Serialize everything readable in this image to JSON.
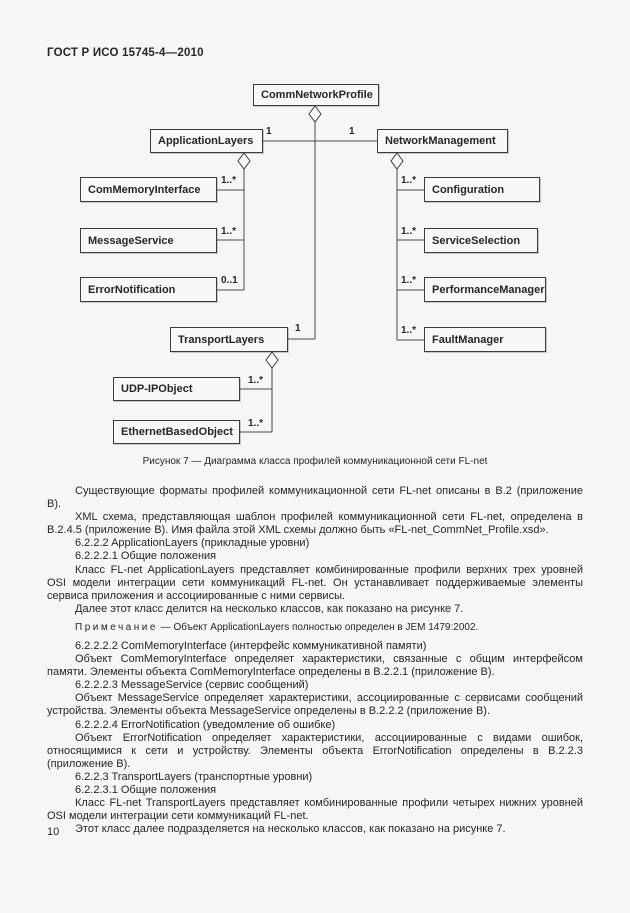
{
  "page": {
    "header": "ГОСТ Р ИСО 15745-4—2010",
    "page_number": "10",
    "background_color": "#f6f6f6",
    "text_color": "#262626",
    "line_color": "#4a4a4a"
  },
  "diagram": {
    "caption": "Рисунок 7 — Диаграмма класса профилей коммуникационной сети FL-net",
    "classes": {
      "comm_network_profile": "CommNetworkProfile",
      "application_layers": "ApplicationLayers",
      "network_management": "NetworkManagement",
      "com_memory_interface": "ComMemoryInterface",
      "message_service": "MessageService",
      "error_notification": "ErrorNotification",
      "configuration": "Configuration",
      "service_selection": "ServiceSelection",
      "performance_manager": "PerformanceManager",
      "fault_manager": "FaultManager",
      "transport_layers": "TransportLayers",
      "udp_ip_object": "UDP-IPObject",
      "ethernet_based_object": "EthernetBasedObject"
    },
    "multiplicities": {
      "application_layers": "1",
      "network_management": "1",
      "com_memory_interface": "1..*",
      "message_service": "1..*",
      "error_notification": "0..1",
      "configuration": "1..*",
      "service_selection": "1..*",
      "performance_manager": "1..*",
      "fault_manager": "1..*",
      "transport_layers": "1",
      "udp_ip_object": "1..*",
      "ethernet_based_object": "1..*"
    }
  },
  "body": {
    "p1": "Существующие форматы профилей коммуникационной сети FL-net описаны в В.2 (приложение В).",
    "p2": "XML схема, представляющая шаблон профилей коммуникационной сети FL-net, определена в В.2.4.5 (приложение В). Имя файла этой XML схемы должно быть «FL-net_CommNet_Profile.xsd».",
    "h1": "6.2.2.2 ApplicationLayers (прикладные уровни)",
    "h2": "6.2.2.2.1 Общие положения",
    "p3": "Класс FL-net ApplicationLayers представляет комбинированные профили верхних трех уровней OSI модели интеграции сети коммуникаций FL-net. Он устанавливает поддерживаемые элементы сервиса при­ложения и ассоциированные с ними сервисы.",
    "p4": "Далее этот класс делится на несколько классов, как показано на рисунке 7.",
    "note_label": "Примечание",
    "note_text": " — Объект ApplicationLayers полностью определен в JEM 1479:2002.",
    "h3": "6.2.2.2.2 ComMemoryInterface (интерфейс коммуникативной памяти)",
    "p5": "Объект ComMemoryInterface определяет характеристики, связанные с общим интерфейсом памяти. Элементы объекта ComMemoryInterface определены в В.2.2.1 (приложение В).",
    "h4": "6.2.2.2.3 MessageService (сервис сообщений)",
    "p6": "Объект MessageService определяет характеристики, ассоциированные с сервисами сообщений уст­ройства. Элементы объекта MessageService определены в В.2.2.2 (приложение В).",
    "h5": "6.2.2.2.4 ErrorNotification (уведомление об ошибке)",
    "p7": "Объект ErrorNotification определяет характеристики, ассоциированные с видами ошибок, относящими­ся к сети и устройству. Элементы объекта ErrorNotification определены в В.2.2.3 (приложение В).",
    "h6": "6.2.2.3 TransportLayers (транспортные уровни)",
    "h7": "6.2.2.3.1 Общие положения",
    "p8": "Класс FL-net TransportLayers представляет комбинированные профили четырех нижних уровней OSI модели интеграции сети коммуникаций FL-net.",
    "p9": "Этот класс далее подразделяется на несколько классов, как показано на рисунке 7."
  }
}
